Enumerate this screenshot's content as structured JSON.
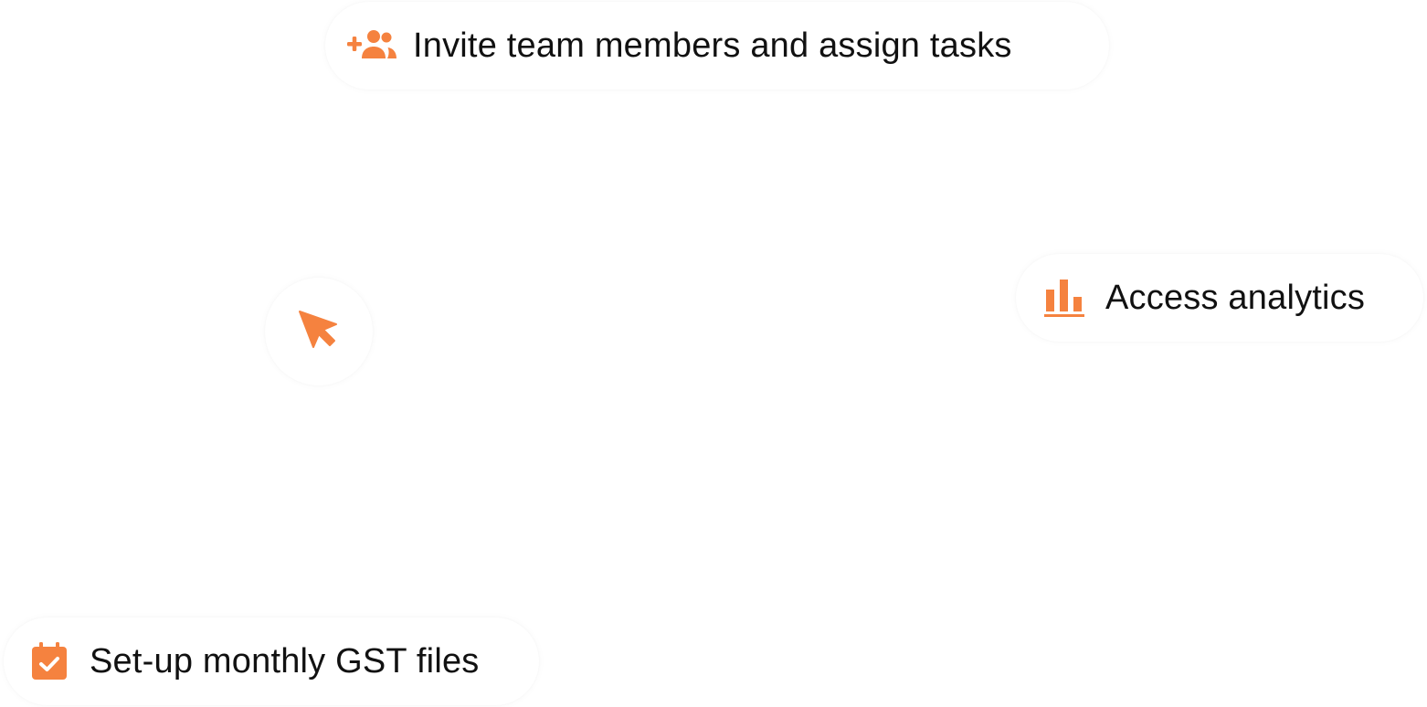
{
  "theme": {
    "accent": "#F5823F",
    "text": "#111111",
    "background": "#FFFFFF"
  },
  "pills": {
    "invite": {
      "icon": "add-users-icon",
      "label": "Invite team members and assign tasks"
    },
    "analytics": {
      "icon": "bar-chart-icon",
      "label": "Access analytics"
    },
    "gst": {
      "icon": "calendar-check-icon",
      "label": "Set-up monthly GST files"
    }
  },
  "cursor": {
    "icon": "pointer-arrow-icon"
  }
}
